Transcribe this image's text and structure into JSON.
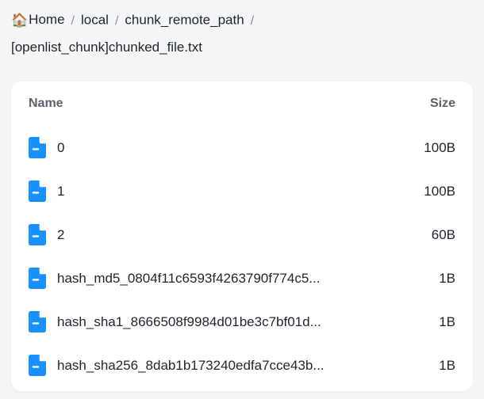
{
  "breadcrumb": {
    "home_icon": "home-icon",
    "home_label": "Home",
    "separator": "/",
    "items": [
      {
        "label": "Home"
      },
      {
        "label": "local"
      },
      {
        "label": "chunk_remote_path"
      }
    ],
    "current": "[openlist_chunk]chunked_file.txt"
  },
  "table": {
    "columns": {
      "name": "Name",
      "size": "Size"
    },
    "rows": [
      {
        "icon": "file-icon",
        "name": "0",
        "size": "100B"
      },
      {
        "icon": "file-icon",
        "name": "1",
        "size": "100B"
      },
      {
        "icon": "file-icon",
        "name": "2",
        "size": "60B"
      },
      {
        "icon": "file-icon",
        "name": "hash_md5_0804f11c6593f4263790f774c5...",
        "size": "1B"
      },
      {
        "icon": "file-icon",
        "name": "hash_sha1_8666508f9984d01be3c7bf01d...",
        "size": "1B"
      },
      {
        "icon": "file-icon",
        "name": "hash_sha256_8dab1b173240edfa7cce43b...",
        "size": "1B"
      }
    ]
  },
  "colors": {
    "page_background": "#f4f5f7",
    "card_background": "#ffffff",
    "file_icon_blue": "#1890ff",
    "text_primary": "#1f2430",
    "text_header": "#5b6270",
    "separator": "#8a8f98"
  }
}
